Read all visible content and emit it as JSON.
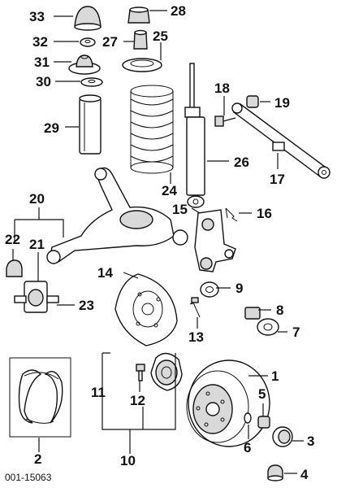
{
  "diagram_code": "001-15063",
  "callouts": [
    "1",
    "2",
    "3",
    "4",
    "5",
    "6",
    "7",
    "8",
    "9",
    "10",
    "11",
    "12",
    "13",
    "14",
    "15",
    "16",
    "17",
    "18",
    "19",
    "20",
    "21",
    "22",
    "23",
    "24",
    "25",
    "26",
    "27",
    "28",
    "29",
    "30",
    "31",
    "32",
    "33"
  ],
  "colors": {
    "line": "#111111",
    "fill": "#ffffff",
    "shade": "#d9d9d9"
  }
}
